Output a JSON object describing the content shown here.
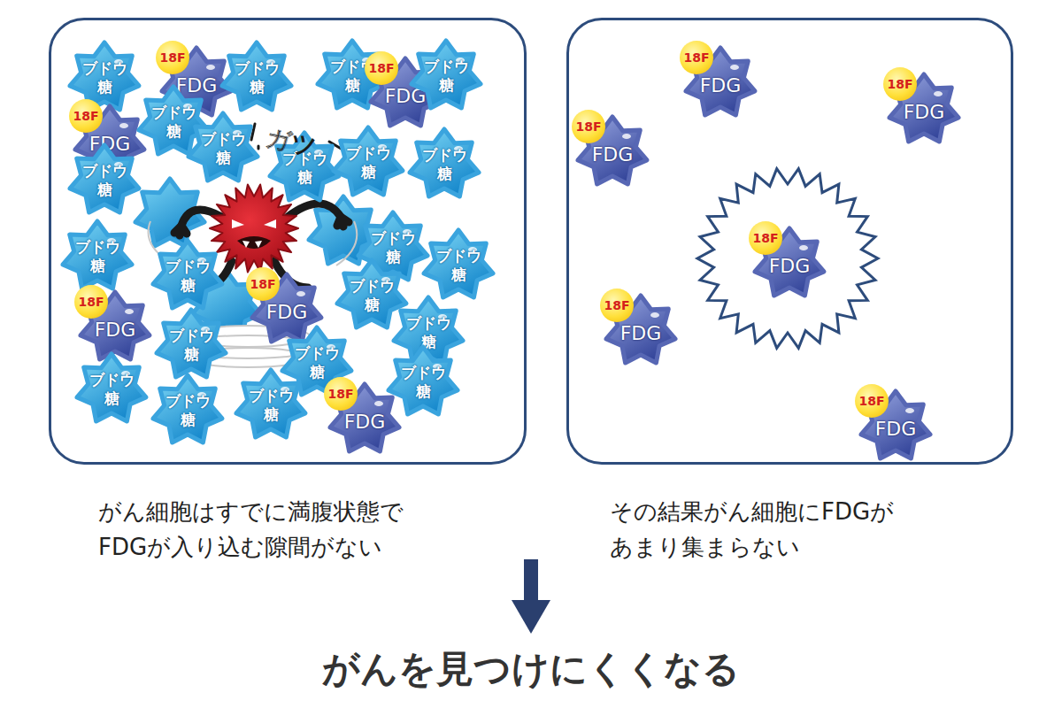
{
  "diagram": {
    "caption": "がんを見つけにくくなる",
    "nodes": [
      {
        "text": [
          "がん細胞はすでに満腹状態で FDGが入り込む隙間がない"
        ]
      },
      {
        "text": [
          "ブドウ 糖"
        ],
        "in": 0
      },
      {
        "text": [
          "18F",
          "FDG"
        ],
        "in": 0
      },
      {
        "text": [
          "ブドウ 糖"
        ],
        "in": 0
      },
      {
        "text": [
          "ブドウ 糖"
        ],
        "in": 0
      },
      {
        "text": [
          "18F",
          "FDG"
        ],
        "in": 0
      },
      {
        "text": [
          "ブドウ 糖"
        ],
        "in": 0
      },
      {
        "text": [
          "18F",
          "FDG"
        ],
        "in": 0
      },
      {
        "text": [
          "ブドウ 糖"
        ],
        "in": 0
      },
      {
        "text": [
          "ブドウ 糖"
        ],
        "in": 0
      },
      {
        "text": [
          "ブドウ 糖"
        ],
        "in": 0
      },
      {
        "text": [
          "ブドウ 糖"
        ],
        "in": 0
      },
      {
        "text": [
          "ブドウ 糖"
        ],
        "in": 0
      },
      {
        "text": [
          "ブドウ 糖"
        ],
        "in": 0
      },
      {
        "text": [
          "ブドウ 糖"
        ],
        "in": 0
      },
      {
        "text": [
          "ブドウ 糖"
        ],
        "in": 0
      },
      {
        "text": [
          "ブドウ 糖"
        ],
        "in": 0
      },
      {
        "text": [
          "ブドウ 糖"
        ],
        "in": 0
      },
      {
        "text": [
          "18F",
          "FDG"
        ],
        "in": 0
      },
      {
        "text": [
          "ブドウ 糖"
        ],
        "in": 0
      },
      {
        "text": [
          "18F",
          "FDG"
        ],
        "in": 0
      },
      {
        "text": [
          "ブドウ 糖"
        ],
        "in": 0
      },
      {
        "text": [
          "ブドウ 糖"
        ],
        "in": 0
      },
      {
        "text": [
          "ブドウ 糖"
        ],
        "in": 0
      },
      {
        "text": [
          "ブドウ 糖"
        ],
        "in": 0
      },
      {
        "text": [
          "ブドウ 糖"
        ],
        "in": 0
      },
      {
        "text": [
          "ブドウ 糖"
        ],
        "in": 0
      },
      {
        "text": [
          "18F",
          "FDG"
        ],
        "in": 0
      },
      {
        "text": [
          "ブドウ 糖"
        ],
        "in": 0
      },
      {
        "text": [
          "その結果がん細胞にFDGが あまり集まらない"
        ]
      },
      {
        "text": [
          "18F",
          "FDG"
        ],
        "in": 29
      },
      {
        "text": [
          "18F",
          "FDG"
        ],
        "in": 29
      },
      {
        "text": [
          "18F",
          "FDG"
        ],
        "in": 29
      },
      {
        "text": [
          "18F",
          "FDG"
        ],
        "in": 29
      },
      {
        "text": [
          "18F",
          "FDG"
        ],
        "in": 29
      },
      {
        "text": [
          "18F",
          "FDG"
        ],
        "in": 29
      }
    ],
    "labels": [
      "ガツ"
    ]
  }
}
